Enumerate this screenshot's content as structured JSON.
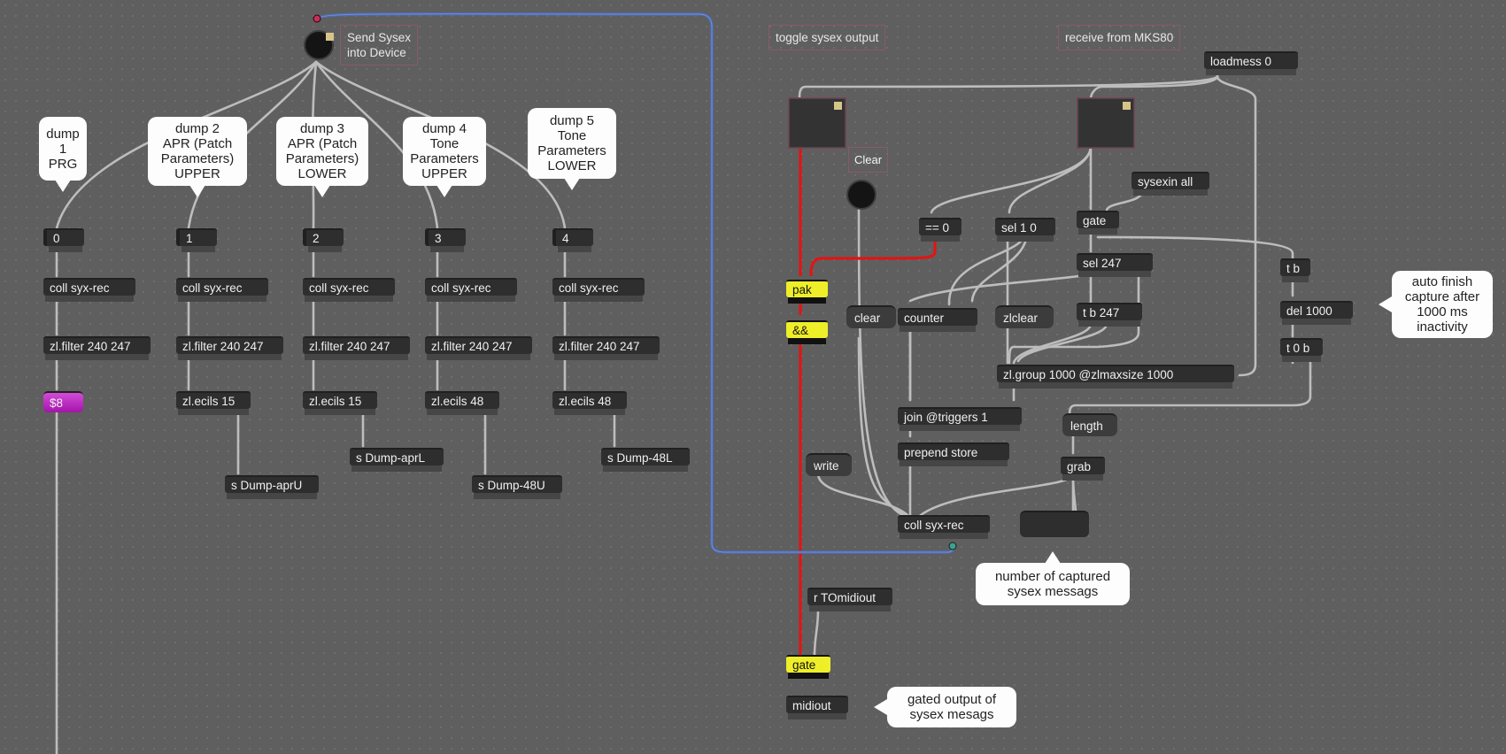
{
  "comments": {
    "send_sysex": "Send Sysex\ninto Device",
    "toggle_sysex_output": "toggle sysex output",
    "receive_from_mks80": "receive from MKS80"
  },
  "bubbles": {
    "dump1": "dump\n1\nPRG",
    "dump2": "dump 2\nAPR (Patch\nParameters)\nUPPER",
    "dump3": "dump 3\nAPR (Patch\nParameters)\nLOWER",
    "dump4": "dump 4\nTone\nParameters\nUPPER",
    "dump5": "dump 5\nTone\nParameters\nLOWER",
    "auto_finish": "auto finish\ncapture after\n1000 ms\ninactivity",
    "number_captured": "number of captured\nsysex messags",
    "gated_output": "gated output of\nsysex mesags"
  },
  "columns": [
    {
      "num": "0",
      "coll": "coll syx-rec",
      "filter": "zl.filter 240 247",
      "tail": "$8",
      "send": ""
    },
    {
      "num": "1",
      "coll": "coll syx-rec",
      "filter": "zl.filter 240 247",
      "tail": "zl.ecils 15",
      "send": "s Dump-aprU"
    },
    {
      "num": "2",
      "coll": "coll syx-rec",
      "filter": "zl.filter 240 247",
      "tail": "zl.ecils 15",
      "send": "s Dump-aprL"
    },
    {
      "num": "3",
      "coll": "coll syx-rec",
      "filter": "zl.filter 240 247",
      "tail": "zl.ecils 48",
      "send": "s Dump-48U"
    },
    {
      "num": "4",
      "coll": "coll syx-rec",
      "filter": "zl.filter 240 247",
      "tail": "zl.ecils 48",
      "send": "s Dump-48L"
    }
  ],
  "objects": {
    "loadmess": "loadmess 0",
    "clear_label": "Clear",
    "sysexin": "sysexin all",
    "eq0": "== 0",
    "sel10": "sel 1 0",
    "gate_in": "gate",
    "sel247": "sel 247",
    "tb": "t b",
    "pak": "pak",
    "and": "&&",
    "clear_msg": "clear",
    "counter": "counter",
    "zlclear": "zlclear",
    "tb247": "t b 247",
    "del": "del 1000",
    "t0b": "t 0 b",
    "zlgroup": "zl.group 1000 @zlmaxsize 1000",
    "join": "join @triggers 1",
    "length": "length",
    "prepend": "prepend store",
    "write": "write",
    "grab": "grab",
    "coll_main": "coll syx-rec",
    "r_tomidiout": "r TOmidiout",
    "gate_out": "gate",
    "midiout": "midiout"
  },
  "colors": {
    "patch_bg": "#5f5f5f",
    "wire_gray": "#bdbdbd",
    "wire_red": "#e01515",
    "wire_blue": "#4d6cb8",
    "highlight_yellow": "#eeef28",
    "message_purple": "#c431c9"
  }
}
